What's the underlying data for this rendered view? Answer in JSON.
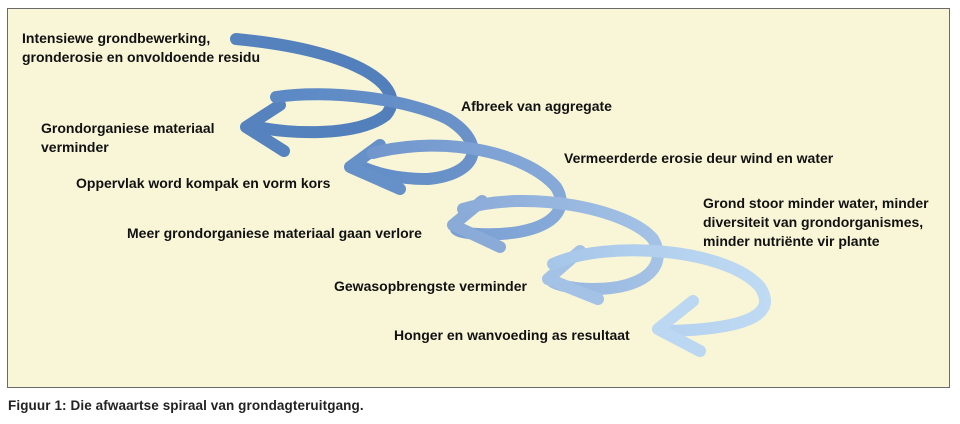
{
  "diagram": {
    "colors": {
      "background": "#f9f5d7",
      "border": "#6a6a6a",
      "arrow_dark": "#4f80bd",
      "arrow_light": "#b9d6f0"
    },
    "labels": [
      "Intensiewe grondbewerking,\ngronderosie en onvoldoende residu",
      "Afbreek van aggregate",
      "Grondorganiese materiaal\nverminder",
      "Vermeerderde erosie deur wind en water",
      "Oppervlak word kompak en vorm kors",
      "Grond stoor minder water, minder\ndiversiteit van grondorganismes,\nminder nutriënte vir plante",
      "Meer grondorganiese materiaal gaan verlore",
      "Gewasopbrengste verminder",
      "Honger en wanvoeding as resultaat"
    ]
  },
  "caption": "Figuur 1: Die afwaartse spiraal van grondagteruitgang."
}
